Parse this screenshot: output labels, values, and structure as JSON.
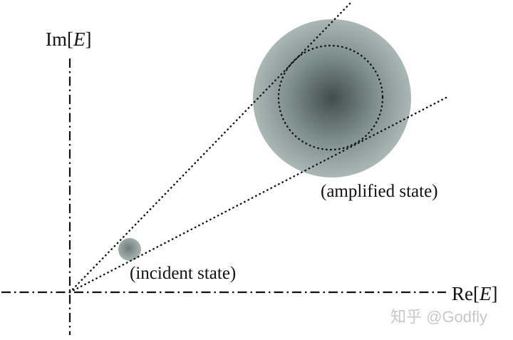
{
  "axes": {
    "imag_label": {
      "prefix": "Im[",
      "variable": "E",
      "suffix": "]"
    },
    "real_label": {
      "prefix": "Re[",
      "variable": "E",
      "suffix": "]"
    }
  },
  "states": {
    "incident_label": "(incident state)",
    "amplified_label": "(amplified state)"
  },
  "watermark": "知乎 @Godfly",
  "colors": {
    "axis": "#111111",
    "state_center": "#3f4e4c",
    "state_edge": "#a5b3b0",
    "watermark": "#c8c8c8"
  }
}
